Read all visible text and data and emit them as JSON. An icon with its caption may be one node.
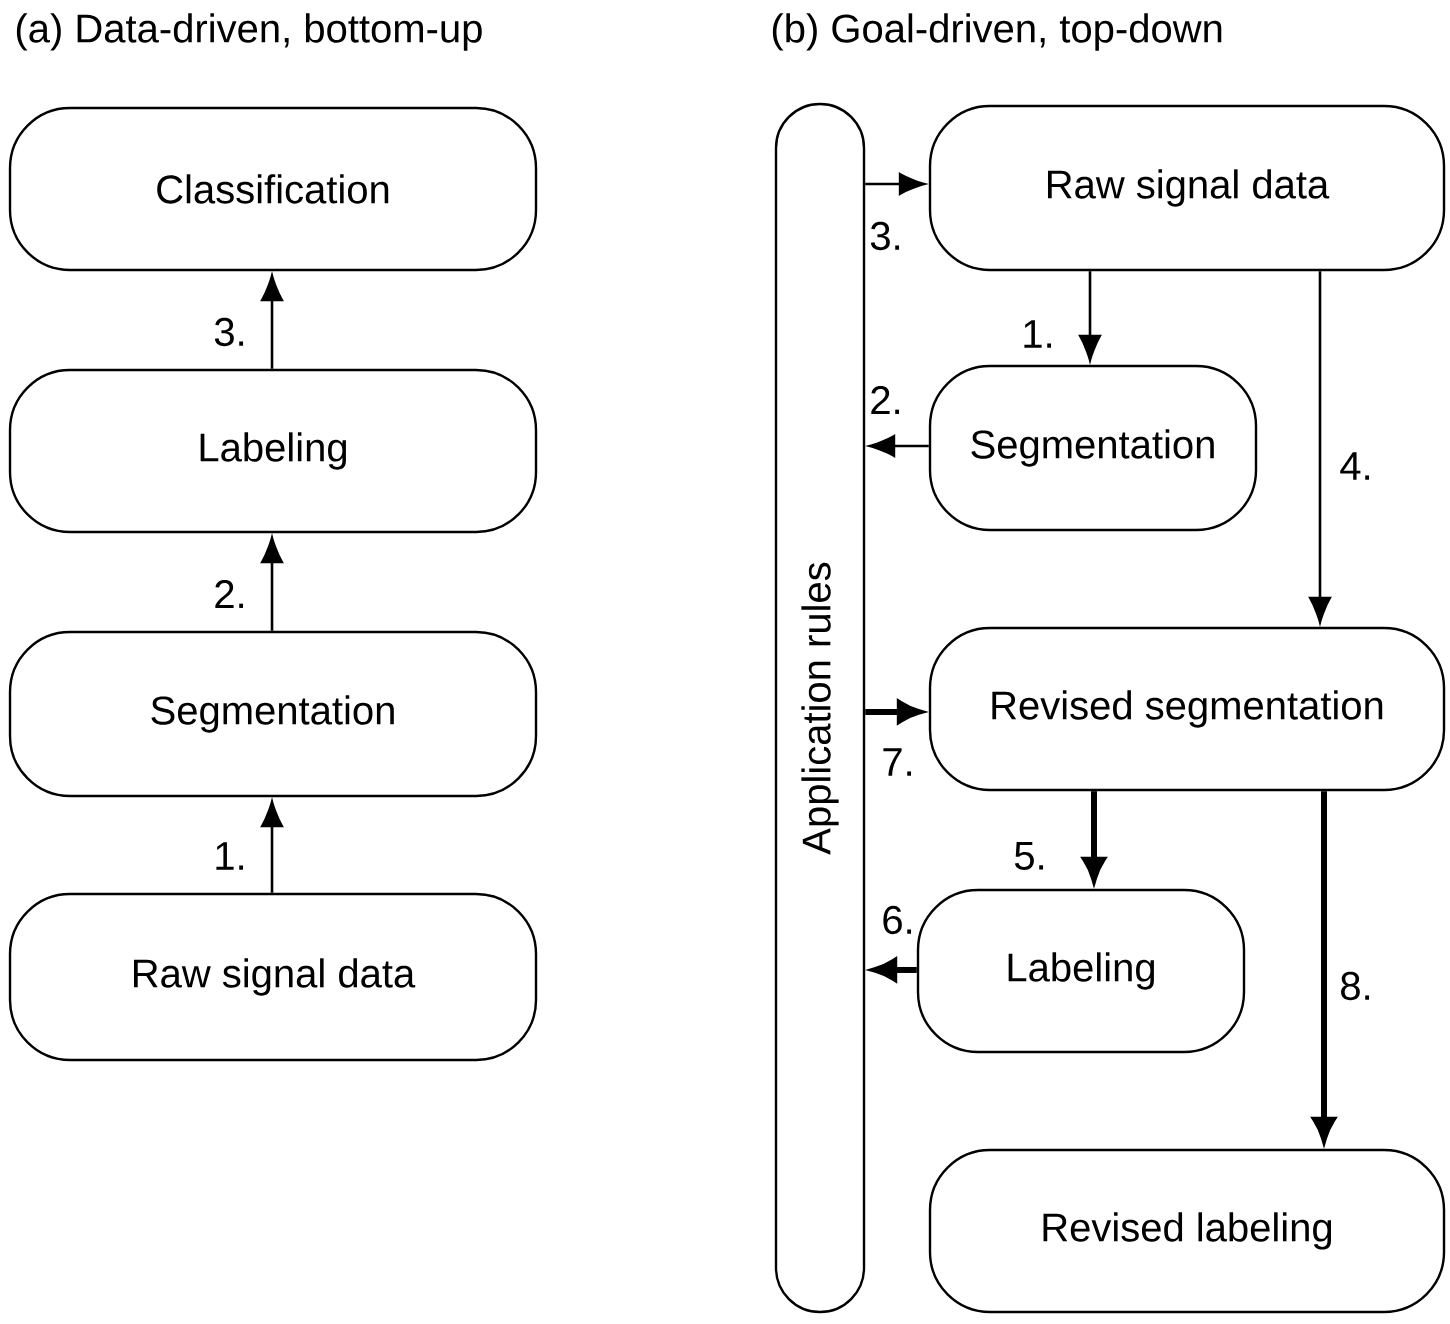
{
  "diagram": {
    "nodes": [
      {
        "text": [
          "Classification"
        ]
      },
      {
        "text": [
          "Labeling"
        ]
      },
      {
        "text": [
          "Segmentation"
        ]
      },
      {
        "text": [
          "Raw signal data"
        ]
      },
      {
        "text": [
          "Application rules"
        ]
      },
      {
        "text": [
          "Raw signal data"
        ]
      },
      {
        "text": [
          "Segmentation"
        ]
      },
      {
        "text": [
          "Revised segmentation"
        ]
      },
      {
        "text": [
          "Labeling"
        ]
      },
      {
        "text": [
          "Revised labeling"
        ]
      }
    ],
    "edges": [
      {
        "from": 3,
        "to": 2,
        "arrow": "to",
        "label": "1."
      },
      {
        "from": 2,
        "to": 1,
        "arrow": "to",
        "label": "2."
      },
      {
        "from": 1,
        "to": 0,
        "arrow": "to",
        "label": "3."
      },
      {
        "from": 5,
        "to": 6,
        "arrow": "to",
        "label": "1."
      },
      {
        "from": 6,
        "to": 4,
        "arrow": "to",
        "label": "2."
      },
      {
        "from": 4,
        "to": 5,
        "arrow": "to",
        "label": "3."
      },
      {
        "from": 5,
        "to": 7,
        "arrow": "to",
        "label": "4."
      },
      {
        "from": 7,
        "to": 8,
        "arrow": "to",
        "label": "5.",
        "style": "thick"
      },
      {
        "from": 8,
        "to": 4,
        "arrow": "to",
        "label": "6.",
        "style": "thick"
      },
      {
        "from": 4,
        "to": 7,
        "arrow": "to",
        "label": "7.",
        "style": "thick"
      },
      {
        "from": 7,
        "to": 9,
        "arrow": "to",
        "label": "8.",
        "style": "thick"
      }
    ],
    "labels": [
      "(a) Data-driven, bottom-up",
      "(b) Goal-driven, top-down"
    ]
  }
}
